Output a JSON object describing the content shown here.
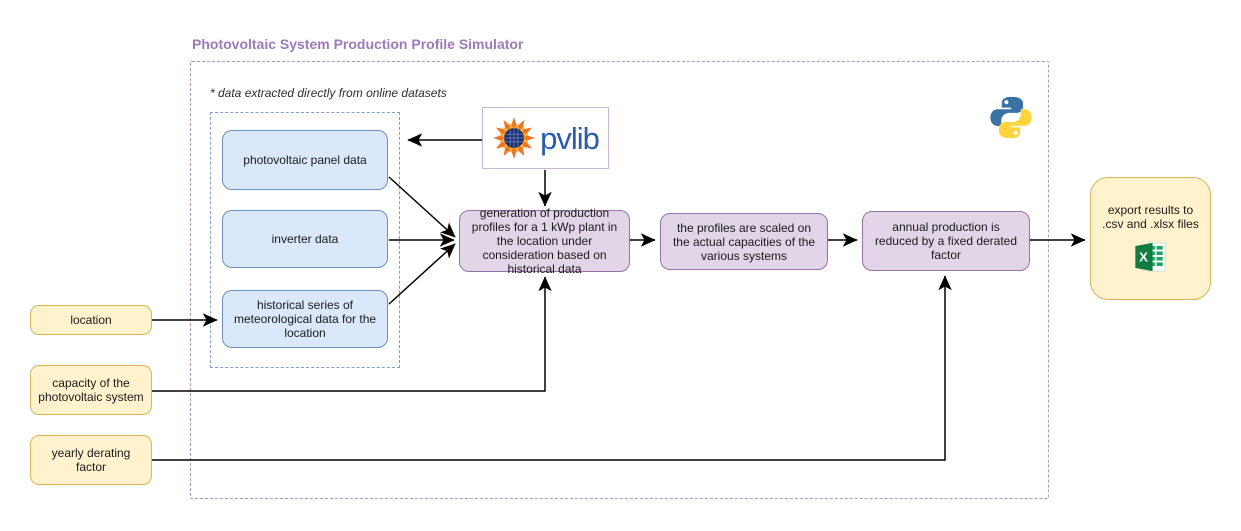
{
  "title": "Photovoltaic System Production Profile Simulator",
  "note": "* data extracted directly from online datasets",
  "colors": {
    "title": "#9b7bb8",
    "container_border": "#b092c9",
    "dataset_fill": "#dae8fc",
    "dataset_border": "#6c8ebf",
    "process_fill": "#e1d5e7",
    "process_border": "#9673a6",
    "input_fill": "#fff2cc",
    "input_border": "#d6b656",
    "arrow": "#000000",
    "pvlib_blue": "#2a5caa"
  },
  "datasets": {
    "panel": "photovoltaic panel data",
    "inverter": "inverter data",
    "weather": "historical series of meteorological data for the location"
  },
  "process": {
    "generate": "generation of production profiles for a 1 kWp plant in the location under consideration based on historical data",
    "scale": "the profiles are scaled on the actual capacities of the various systems",
    "derate": "annual production is reduced by a fixed derated factor"
  },
  "inputs": {
    "location": "location",
    "capacity": "capacity of the photovoltaic system",
    "derating": "yearly derating factor"
  },
  "output": {
    "export_label": "export results to .csv and .xlsx files"
  },
  "logos": {
    "pvlib_label": "pvlib",
    "excel_letter": "X"
  },
  "icons": {
    "pvlib_sun": "pvlib-sun-icon",
    "python": "python-icon",
    "excel": "excel-icon"
  }
}
